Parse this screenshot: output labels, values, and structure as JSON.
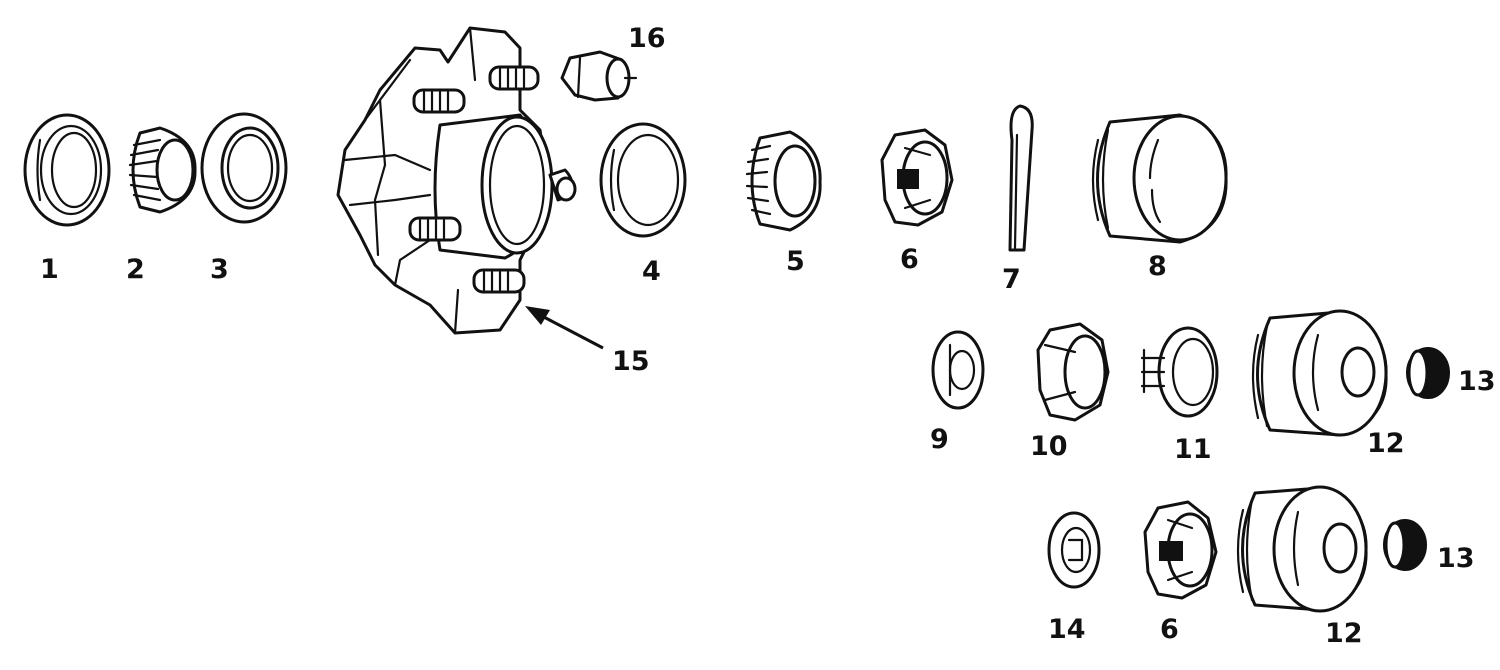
{
  "diagram": {
    "labels": {
      "p1": "1",
      "p2": "2",
      "p3": "3",
      "p4": "4",
      "p5": "5",
      "p6": "6",
      "p7": "7",
      "p8": "8",
      "p9": "9",
      "p10": "10",
      "p11": "11",
      "p12a": "12",
      "p13a": "13",
      "p14": "14",
      "p6b": "6",
      "p12b": "12",
      "p13b": "13",
      "p15": "15",
      "p16": "16"
    },
    "colors": {
      "line": "#111111",
      "background": "#ffffff"
    }
  }
}
